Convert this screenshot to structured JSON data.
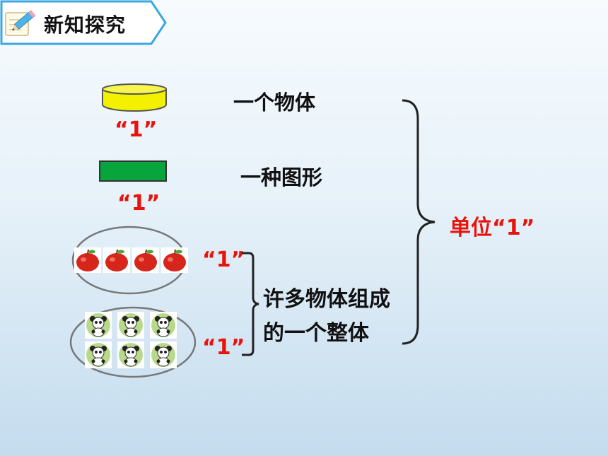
{
  "header": {
    "title": "新知探究",
    "icon": "pencil-note-icon"
  },
  "items": [
    {
      "label": "一个物体",
      "unit_label": "“1”",
      "shape": "yellow-cylinder"
    },
    {
      "label": "一种图形",
      "unit_label": "“1”",
      "shape": "green-rectangle"
    }
  ],
  "groups": {
    "apples": {
      "unit_label": "“1”",
      "count": 4,
      "icon": "apple-icon"
    },
    "pandas": {
      "unit_label": "“1”",
      "count": 6,
      "icon": "panda-icon"
    },
    "description_line1": "许多物体组成",
    "description_line2": "的一个整体"
  },
  "summary": {
    "label": "单位“1”"
  },
  "colors": {
    "accent_red": "#e8140c",
    "header_border": "#3aa7e0",
    "cylinder": "#f3f000",
    "rectangle": "#08a43c"
  }
}
